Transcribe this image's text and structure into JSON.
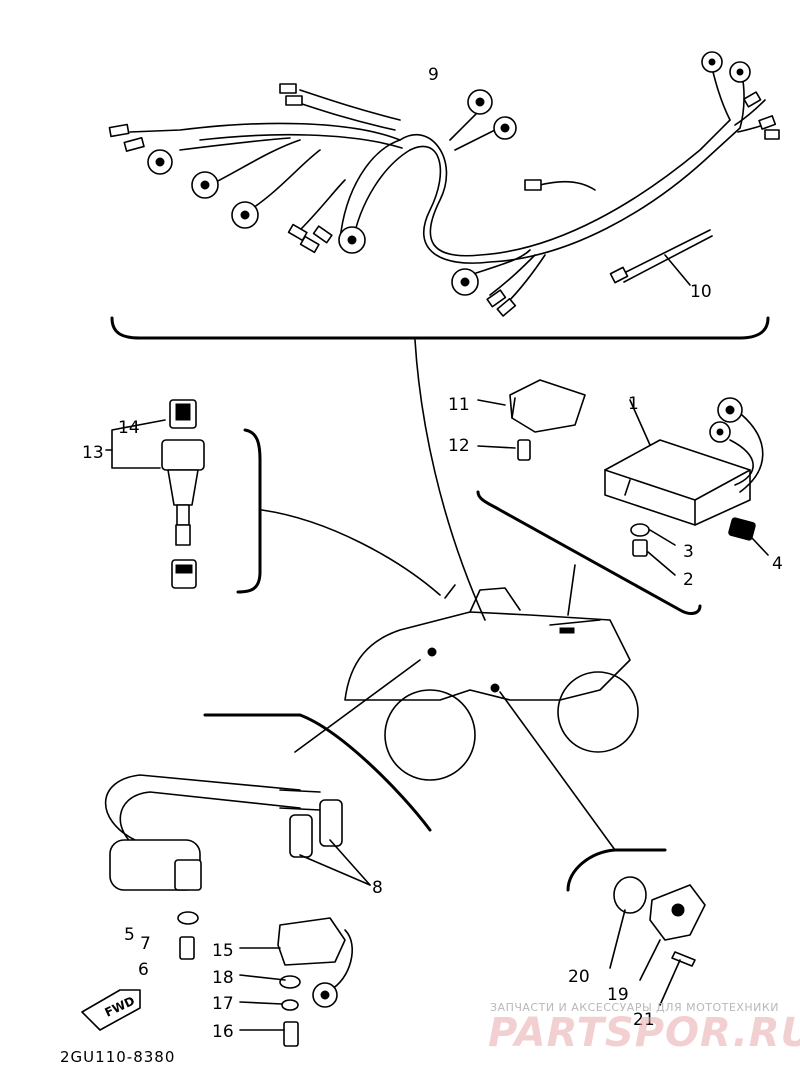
{
  "diagram": {
    "callouts": [
      {
        "id": "c1",
        "text": "1"
      },
      {
        "id": "c2",
        "text": "2"
      },
      {
        "id": "c3",
        "text": "3"
      },
      {
        "id": "c4",
        "text": "4"
      },
      {
        "id": "c5",
        "text": "5"
      },
      {
        "id": "c6",
        "text": "6"
      },
      {
        "id": "c7",
        "text": "7"
      },
      {
        "id": "c8",
        "text": "8"
      },
      {
        "id": "c9",
        "text": "9"
      },
      {
        "id": "c10",
        "text": "10"
      },
      {
        "id": "c11",
        "text": "11"
      },
      {
        "id": "c12",
        "text": "12"
      },
      {
        "id": "c13",
        "text": "13"
      },
      {
        "id": "c14",
        "text": "14"
      },
      {
        "id": "c15",
        "text": "15"
      },
      {
        "id": "c16",
        "text": "16"
      },
      {
        "id": "c17",
        "text": "17"
      },
      {
        "id": "c18",
        "text": "18"
      },
      {
        "id": "c19",
        "text": "19"
      },
      {
        "id": "c20",
        "text": "20"
      },
      {
        "id": "c21",
        "text": "21"
      }
    ],
    "fwd_label": "FWD",
    "diagram_code": "2GU110-8380"
  },
  "watermark": {
    "tagline": "ЗАПЧАСТИ И АКСЕССУАРЫ ДЛЯ МОТОТЕХНИКИ",
    "brand": "PARTSPOR.RU",
    "brand_color": "#d9495a"
  }
}
